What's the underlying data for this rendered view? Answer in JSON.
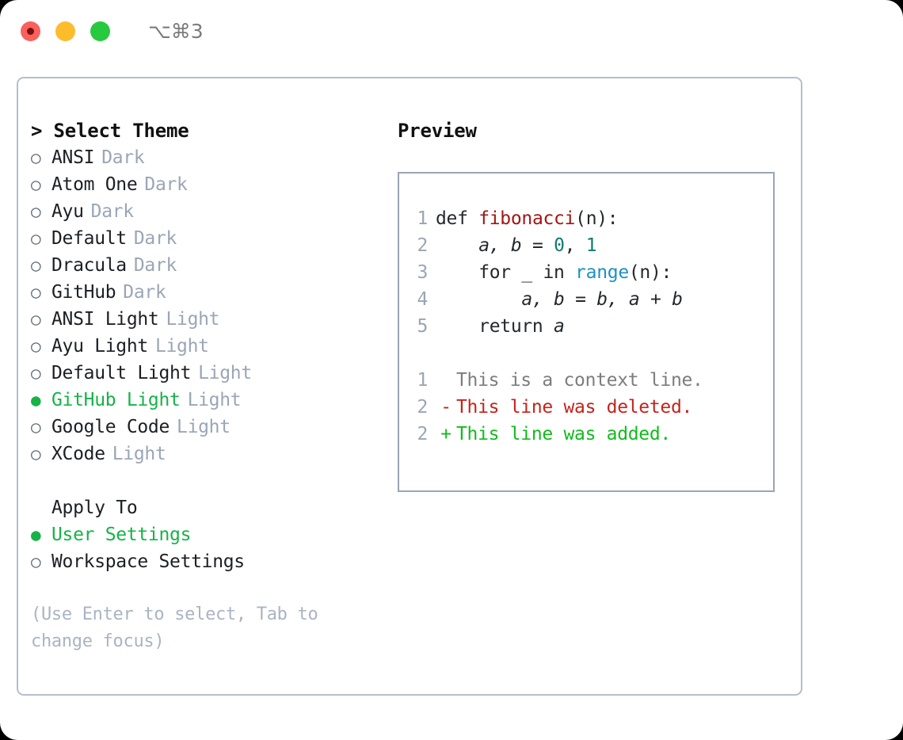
{
  "titlebar": {
    "shortcut": "⌥⌘3",
    "buttons": [
      {
        "name": "close",
        "color": "#f9615c"
      },
      {
        "name": "minimize",
        "color": "#fdbc2c"
      },
      {
        "name": "zoom",
        "color": "#27c93f"
      }
    ]
  },
  "theme_picker": {
    "header": "> Select Theme",
    "items": [
      {
        "marker": "○",
        "label": "ANSI",
        "tag": "Dark",
        "selected": false
      },
      {
        "marker": "○",
        "label": "Atom One",
        "tag": "Dark",
        "selected": false
      },
      {
        "marker": "○",
        "label": "Ayu",
        "tag": "Dark",
        "selected": false
      },
      {
        "marker": "○",
        "label": "Default",
        "tag": "Dark",
        "selected": false
      },
      {
        "marker": "○",
        "label": "Dracula",
        "tag": "Dark",
        "selected": false
      },
      {
        "marker": "○",
        "label": "GitHub",
        "tag": "Dark",
        "selected": false
      },
      {
        "marker": "○",
        "label": "ANSI Light",
        "tag": "Light",
        "selected": false
      },
      {
        "marker": "○",
        "label": "Ayu Light",
        "tag": "Light",
        "selected": false
      },
      {
        "marker": "○",
        "label": "Default Light",
        "tag": "Light",
        "selected": false
      },
      {
        "marker": "●",
        "label": "GitHub Light",
        "tag": "Light",
        "selected": true
      },
      {
        "marker": "○",
        "label": "Google Code",
        "tag": "Light",
        "selected": false
      },
      {
        "marker": "○",
        "label": "XCode",
        "tag": "Light",
        "selected": false
      }
    ]
  },
  "apply_to": {
    "title": "Apply To",
    "items": [
      {
        "marker": "●",
        "label": "User Settings",
        "selected": true
      },
      {
        "marker": "○",
        "label": "Workspace Settings",
        "selected": false
      }
    ]
  },
  "hint": "(Use Enter to select, Tab to change focus)",
  "preview": {
    "title": "Preview",
    "code_lines": [
      {
        "no": "1",
        "segments": [
          {
            "text": "def ",
            "style": "plain"
          },
          {
            "text": "fibonacci",
            "style": "fn"
          },
          {
            "text": "(n):",
            "style": "plain"
          }
        ]
      },
      {
        "no": "2",
        "segments": [
          {
            "text": "    ",
            "style": "plain"
          },
          {
            "text": "a, b",
            "style": "var"
          },
          {
            "text": " = ",
            "style": "plain"
          },
          {
            "text": "0",
            "style": "num"
          },
          {
            "text": ", ",
            "style": "plain"
          },
          {
            "text": "1",
            "style": "num"
          }
        ]
      },
      {
        "no": "3",
        "segments": [
          {
            "text": "    for _ in ",
            "style": "plain"
          },
          {
            "text": "range",
            "style": "call"
          },
          {
            "text": "(n):",
            "style": "plain"
          }
        ]
      },
      {
        "no": "4",
        "segments": [
          {
            "text": "        ",
            "style": "plain"
          },
          {
            "text": "a, b",
            "style": "var"
          },
          {
            "text": " = ",
            "style": "plain"
          },
          {
            "text": "b, a + b",
            "style": "var"
          }
        ]
      },
      {
        "no": "5",
        "segments": [
          {
            "text": "    return ",
            "style": "plain"
          },
          {
            "text": "a",
            "style": "var"
          }
        ]
      }
    ],
    "diff_lines": [
      {
        "no": "1",
        "marker": " ",
        "text": "This is a context line.",
        "kind": "context"
      },
      {
        "no": "2",
        "marker": "-",
        "text": "This line was deleted.",
        "kind": "deleted"
      },
      {
        "no": "2",
        "marker": "+",
        "text": "This line was added.",
        "kind": "added"
      }
    ]
  },
  "colors": {
    "accent_green": "#16b347",
    "diff_added": "#12bb1e",
    "diff_deleted": "#c4241b",
    "muted": "#9aa6b6",
    "border": "#b6bfcb"
  }
}
